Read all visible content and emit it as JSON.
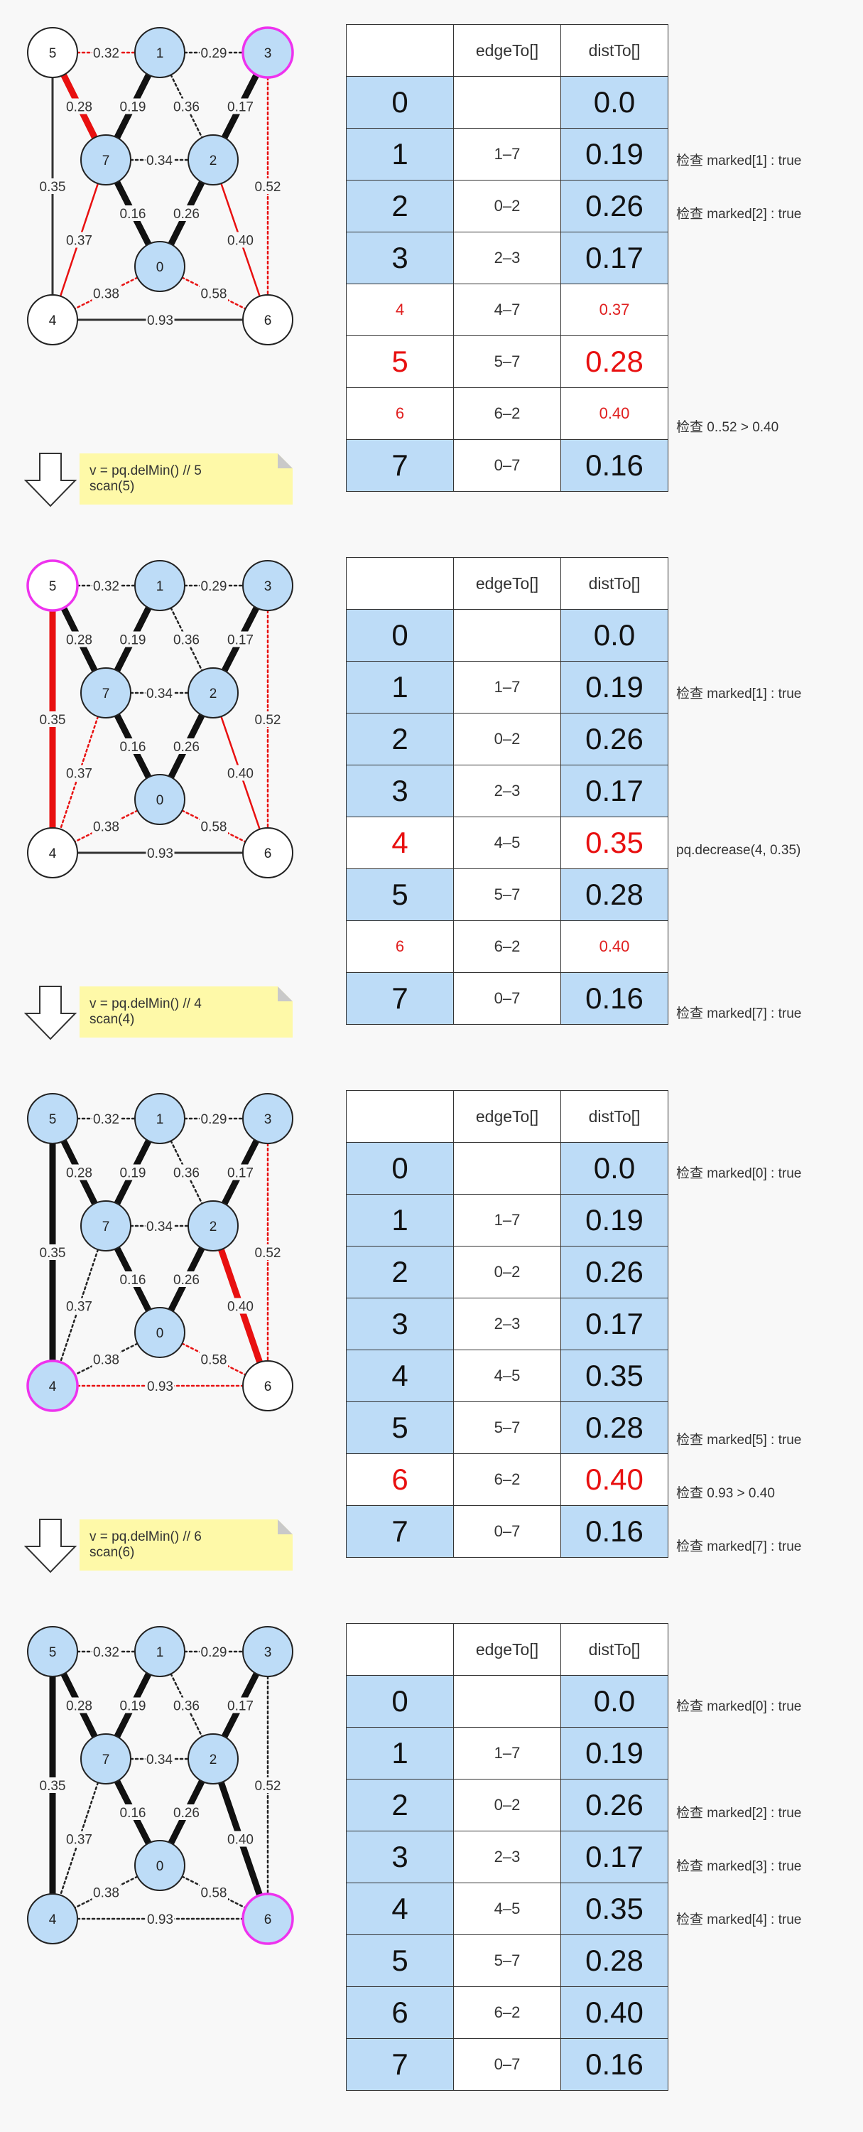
{
  "colors": {
    "node_blue": "#bddcf7",
    "highlight": "#ee33ee",
    "red": "#e81010"
  },
  "table_header": {
    "v": "",
    "edge": "edgeTo[]",
    "dist": "distTo[]"
  },
  "panels": [
    {
      "nodes": {
        "0": "blue",
        "1": "blue",
        "2": "blue",
        "3": "blue_highlight",
        "4": "white",
        "5": "white",
        "6": "white",
        "7": "blue"
      },
      "edges": [
        {
          "a": "5",
          "b": "1",
          "w": "0.32",
          "style": "red-dotted"
        },
        {
          "a": "1",
          "b": "3",
          "w": "0.29",
          "style": "dotted"
        },
        {
          "a": "5",
          "b": "7",
          "w": "0.28",
          "style": "red-thick"
        },
        {
          "a": "1",
          "b": "7",
          "w": "0.19",
          "style": "thick"
        },
        {
          "a": "1",
          "b": "2",
          "w": "0.36",
          "style": "dotted"
        },
        {
          "a": "3",
          "b": "2",
          "w": "0.17",
          "style": "thick"
        },
        {
          "a": "7",
          "b": "2",
          "w": "0.34",
          "style": "dotted"
        },
        {
          "a": "5",
          "b": "4",
          "w": "0.35",
          "style": "thin"
        },
        {
          "a": "3",
          "b": "6",
          "w": "0.52",
          "style": "red-dotted"
        },
        {
          "a": "7",
          "b": "0",
          "w": "0.16",
          "style": "thick"
        },
        {
          "a": "2",
          "b": "0",
          "w": "0.26",
          "style": "thick"
        },
        {
          "a": "7",
          "b": "4",
          "w": "0.37",
          "style": "red-thin"
        },
        {
          "a": "2",
          "b": "6",
          "w": "0.40",
          "style": "red-thin"
        },
        {
          "a": "0",
          "b": "4",
          "w": "0.38",
          "style": "red-dotted"
        },
        {
          "a": "0",
          "b": "6",
          "w": "0.58",
          "style": "red-dotted"
        },
        {
          "a": "4",
          "b": "6",
          "w": "0.93",
          "style": "thin"
        }
      ],
      "rows": [
        {
          "v": "0",
          "edge": "",
          "dist": "0.0",
          "style": "blue",
          "note": ""
        },
        {
          "v": "1",
          "edge": "1–7",
          "dist": "0.19",
          "style": "blue",
          "note": "检查 marked[1] : true"
        },
        {
          "v": "2",
          "edge": "0–2",
          "dist": "0.26",
          "style": "blue",
          "note": "检查 marked[2] : true"
        },
        {
          "v": "3",
          "edge": "2–3",
          "dist": "0.17",
          "style": "blue",
          "note": ""
        },
        {
          "v": "4",
          "edge": "4–7",
          "dist": "0.37",
          "style": "red-small",
          "note": ""
        },
        {
          "v": "5",
          "edge": "5–7",
          "dist": "0.28",
          "style": "red-big",
          "note": ""
        },
        {
          "v": "6",
          "edge": "6–2",
          "dist": "0.40",
          "style": "red-small",
          "note": "检查 0..52 > 0.40"
        },
        {
          "v": "7",
          "edge": "0–7",
          "dist": "0.16",
          "style": "blue",
          "note": ""
        }
      ],
      "sticky": {
        "line1": "v = pq.delMin() // 5",
        "line2": "scan(5)"
      }
    },
    {
      "nodes": {
        "0": "blue",
        "1": "blue",
        "2": "blue",
        "3": "blue",
        "4": "white",
        "5": "white_highlight",
        "6": "white",
        "7": "blue"
      },
      "edges": [
        {
          "a": "5",
          "b": "1",
          "w": "0.32",
          "style": "dotted"
        },
        {
          "a": "1",
          "b": "3",
          "w": "0.29",
          "style": "dotted"
        },
        {
          "a": "5",
          "b": "7",
          "w": "0.28",
          "style": "thick"
        },
        {
          "a": "1",
          "b": "7",
          "w": "0.19",
          "style": "thick"
        },
        {
          "a": "1",
          "b": "2",
          "w": "0.36",
          "style": "dotted"
        },
        {
          "a": "3",
          "b": "2",
          "w": "0.17",
          "style": "thick"
        },
        {
          "a": "7",
          "b": "2",
          "w": "0.34",
          "style": "dotted"
        },
        {
          "a": "5",
          "b": "4",
          "w": "0.35",
          "style": "red-thick"
        },
        {
          "a": "3",
          "b": "6",
          "w": "0.52",
          "style": "red-dotted"
        },
        {
          "a": "7",
          "b": "0",
          "w": "0.16",
          "style": "thick"
        },
        {
          "a": "2",
          "b": "0",
          "w": "0.26",
          "style": "thick"
        },
        {
          "a": "7",
          "b": "4",
          "w": "0.37",
          "style": "red-dotted"
        },
        {
          "a": "2",
          "b": "6",
          "w": "0.40",
          "style": "red-thin"
        },
        {
          "a": "0",
          "b": "4",
          "w": "0.38",
          "style": "red-dotted"
        },
        {
          "a": "0",
          "b": "6",
          "w": "0.58",
          "style": "red-dotted"
        },
        {
          "a": "4",
          "b": "6",
          "w": "0.93",
          "style": "thin"
        }
      ],
      "rows": [
        {
          "v": "0",
          "edge": "",
          "dist": "0.0",
          "style": "blue",
          "note": ""
        },
        {
          "v": "1",
          "edge": "1–7",
          "dist": "0.19",
          "style": "blue",
          "note": "检查 marked[1] : true"
        },
        {
          "v": "2",
          "edge": "0–2",
          "dist": "0.26",
          "style": "blue",
          "note": ""
        },
        {
          "v": "3",
          "edge": "2–3",
          "dist": "0.17",
          "style": "blue",
          "note": ""
        },
        {
          "v": "4",
          "edge": "4–5",
          "dist": "0.35",
          "style": "red-big",
          "note": "pq.decrease(4, 0.35)"
        },
        {
          "v": "5",
          "edge": "5–7",
          "dist": "0.28",
          "style": "blue",
          "note": ""
        },
        {
          "v": "6",
          "edge": "6–2",
          "dist": "0.40",
          "style": "red-small",
          "note": ""
        },
        {
          "v": "7",
          "edge": "0–7",
          "dist": "0.16",
          "style": "blue",
          "note": "检查 marked[7] : true"
        }
      ],
      "sticky": {
        "line1": "v = pq.delMin() // 4",
        "line2": "scan(4)"
      }
    },
    {
      "nodes": {
        "0": "blue",
        "1": "blue",
        "2": "blue",
        "3": "blue",
        "4": "blue_highlight",
        "5": "blue",
        "6": "white",
        "7": "blue"
      },
      "edges": [
        {
          "a": "5",
          "b": "1",
          "w": "0.32",
          "style": "dotted"
        },
        {
          "a": "1",
          "b": "3",
          "w": "0.29",
          "style": "dotted"
        },
        {
          "a": "5",
          "b": "7",
          "w": "0.28",
          "style": "thick"
        },
        {
          "a": "1",
          "b": "7",
          "w": "0.19",
          "style": "thick"
        },
        {
          "a": "1",
          "b": "2",
          "w": "0.36",
          "style": "dotted"
        },
        {
          "a": "3",
          "b": "2",
          "w": "0.17",
          "style": "thick"
        },
        {
          "a": "7",
          "b": "2",
          "w": "0.34",
          "style": "dotted"
        },
        {
          "a": "5",
          "b": "4",
          "w": "0.35",
          "style": "thick"
        },
        {
          "a": "3",
          "b": "6",
          "w": "0.52",
          "style": "red-dotted"
        },
        {
          "a": "7",
          "b": "0",
          "w": "0.16",
          "style": "thick"
        },
        {
          "a": "2",
          "b": "0",
          "w": "0.26",
          "style": "thick"
        },
        {
          "a": "7",
          "b": "4",
          "w": "0.37",
          "style": "dotted"
        },
        {
          "a": "2",
          "b": "6",
          "w": "0.40",
          "style": "red-thick"
        },
        {
          "a": "0",
          "b": "4",
          "w": "0.38",
          "style": "dotted"
        },
        {
          "a": "0",
          "b": "6",
          "w": "0.58",
          "style": "red-dotted"
        },
        {
          "a": "4",
          "b": "6",
          "w": "0.93",
          "style": "red-dotted"
        }
      ],
      "rows": [
        {
          "v": "0",
          "edge": "",
          "dist": "0.0",
          "style": "blue",
          "note": "检查 marked[0] : true"
        },
        {
          "v": "1",
          "edge": "1–7",
          "dist": "0.19",
          "style": "blue",
          "note": ""
        },
        {
          "v": "2",
          "edge": "0–2",
          "dist": "0.26",
          "style": "blue",
          "note": ""
        },
        {
          "v": "3",
          "edge": "2–3",
          "dist": "0.17",
          "style": "blue",
          "note": ""
        },
        {
          "v": "4",
          "edge": "4–5",
          "dist": "0.35",
          "style": "blue",
          "note": ""
        },
        {
          "v": "5",
          "edge": "5–7",
          "dist": "0.28",
          "style": "blue",
          "note": "检查 marked[5] : true"
        },
        {
          "v": "6",
          "edge": "6–2",
          "dist": "0.40",
          "style": "red-big",
          "note": "检查 0.93 > 0.40"
        },
        {
          "v": "7",
          "edge": "0–7",
          "dist": "0.16",
          "style": "blue",
          "note": "检查 marked[7] : true"
        }
      ],
      "sticky": {
        "line1": "v = pq.delMin() // 6",
        "line2": "scan(6)"
      }
    },
    {
      "nodes": {
        "0": "blue",
        "1": "blue",
        "2": "blue",
        "3": "blue",
        "4": "blue",
        "5": "blue",
        "6": "blue_highlight",
        "7": "blue"
      },
      "edges": [
        {
          "a": "5",
          "b": "1",
          "w": "0.32",
          "style": "dotted"
        },
        {
          "a": "1",
          "b": "3",
          "w": "0.29",
          "style": "dotted"
        },
        {
          "a": "5",
          "b": "7",
          "w": "0.28",
          "style": "thick"
        },
        {
          "a": "1",
          "b": "7",
          "w": "0.19",
          "style": "thick"
        },
        {
          "a": "1",
          "b": "2",
          "w": "0.36",
          "style": "dotted"
        },
        {
          "a": "3",
          "b": "2",
          "w": "0.17",
          "style": "thick"
        },
        {
          "a": "7",
          "b": "2",
          "w": "0.34",
          "style": "dotted"
        },
        {
          "a": "5",
          "b": "4",
          "w": "0.35",
          "style": "thick"
        },
        {
          "a": "3",
          "b": "6",
          "w": "0.52",
          "style": "dotted"
        },
        {
          "a": "7",
          "b": "0",
          "w": "0.16",
          "style": "thick"
        },
        {
          "a": "2",
          "b": "0",
          "w": "0.26",
          "style": "thick"
        },
        {
          "a": "7",
          "b": "4",
          "w": "0.37",
          "style": "dotted"
        },
        {
          "a": "2",
          "b": "6",
          "w": "0.40",
          "style": "thick"
        },
        {
          "a": "0",
          "b": "4",
          "w": "0.38",
          "style": "dotted"
        },
        {
          "a": "0",
          "b": "6",
          "w": "0.58",
          "style": "dotted"
        },
        {
          "a": "4",
          "b": "6",
          "w": "0.93",
          "style": "dotted"
        }
      ],
      "rows": [
        {
          "v": "0",
          "edge": "",
          "dist": "0.0",
          "style": "blue",
          "note": "检查 marked[0] : true"
        },
        {
          "v": "1",
          "edge": "1–7",
          "dist": "0.19",
          "style": "blue",
          "note": ""
        },
        {
          "v": "2",
          "edge": "0–2",
          "dist": "0.26",
          "style": "blue",
          "note": "检查 marked[2] : true"
        },
        {
          "v": "3",
          "edge": "2–3",
          "dist": "0.17",
          "style": "blue",
          "note": "检查 marked[3] : true"
        },
        {
          "v": "4",
          "edge": "4–5",
          "dist": "0.35",
          "style": "blue",
          "note": "检查 marked[4] : true"
        },
        {
          "v": "5",
          "edge": "5–7",
          "dist": "0.28",
          "style": "blue",
          "note": ""
        },
        {
          "v": "6",
          "edge": "6–2",
          "dist": "0.40",
          "style": "blue",
          "note": ""
        },
        {
          "v": "7",
          "edge": "0–7",
          "dist": "0.16",
          "style": "blue",
          "note": ""
        }
      ],
      "sticky": null
    }
  ]
}
